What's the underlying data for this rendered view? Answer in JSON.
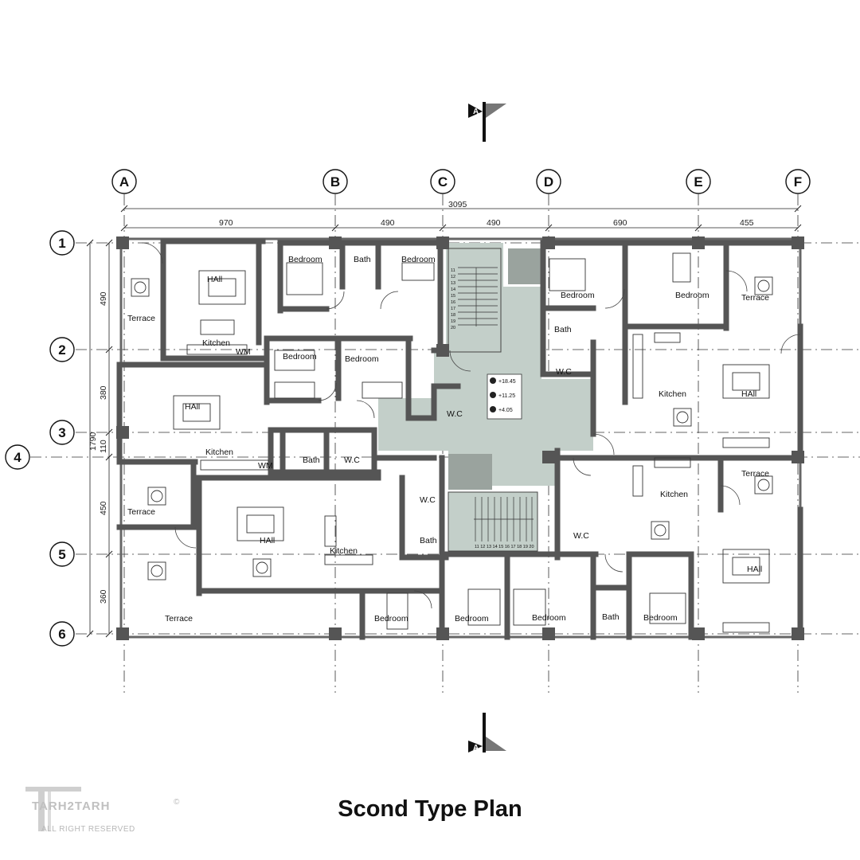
{
  "title": "Scond Type Plan",
  "section_mark": "A",
  "logo": {
    "name": "TARH2TARH",
    "sub": "ALL RIGHT RESERVED",
    "reg": "©"
  },
  "axes_cols": [
    "A",
    "B",
    "C",
    "D",
    "E",
    "F"
  ],
  "axes_rows": [
    "1",
    "2",
    "3",
    "4",
    "5",
    "6"
  ],
  "dims_top": {
    "total": "3095",
    "spans": [
      "970",
      "490",
      "490",
      "690",
      "455"
    ]
  },
  "dims_left": {
    "total": "1790",
    "spans": [
      "490",
      "380",
      "110",
      "450",
      "360"
    ]
  },
  "levels": [
    "+18.45",
    "+11.25",
    "+4.05"
  ],
  "stair_numbers_1": [
    "11",
    "12",
    "13",
    "14",
    "15",
    "16",
    "17",
    "18",
    "19",
    "20"
  ],
  "stair_numbers_2": "11 12 13 14 15 16 17 18 19 20",
  "rooms": {
    "hall_nw": "HAll",
    "terrace_nw": "Terrace",
    "kitchen_nw": "Kitchen",
    "wm": "WM",
    "bedroom_n1": "Bedroom",
    "bath_n": "Bath",
    "bedroom_n2": "Bedroom",
    "bedroom_m1": "Bedroom",
    "bedroom_m2": "Bedroom",
    "hall_w": "HAll",
    "kitchen_w": "Kitchen",
    "wc_mid": "W.C",
    "bath_mid": "Bath",
    "wc_mid2": "W.C",
    "terrace_w": "Terrace",
    "hall_sw": "HAll",
    "kitchen_sw": "Kitchen",
    "terrace_sw": "Terrace",
    "wc_c": "W.C",
    "bath_c": "Bath",
    "bedroom_s1": "Bedroom",
    "bedroom_s2": "Bedroom",
    "bedroom_s3": "Bedroom",
    "bath_s": "Bath",
    "bedroom_s4": "Bedroom",
    "bedroom_ne1": "Bedroom",
    "bedroom_ne2": "Bedroom",
    "terrace_ne": "Terrace",
    "bath_ne": "Bath",
    "wc_ne": "W.C",
    "kitchen_e": "Kitchen",
    "hall_e": "HAll",
    "kitchen_se": "Kitchen",
    "terrace_se": "Terrace",
    "wc_se": "W.C",
    "hall_se": "HAll"
  }
}
